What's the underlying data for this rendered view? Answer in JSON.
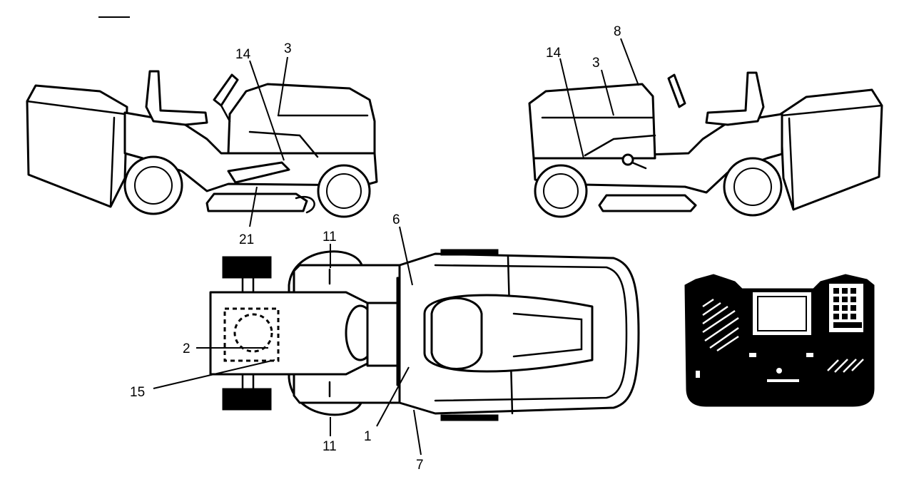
{
  "callouts": {
    "left_view": {
      "c14": "14",
      "c3": "3",
      "c21": "21"
    },
    "right_view": {
      "c14": "14",
      "c3": "3",
      "c8": "8"
    },
    "top_view": {
      "c11_top": "11",
      "c6": "6",
      "c2": "2",
      "c15": "15",
      "c1": "1",
      "c11_bottom": "11",
      "c7": "7"
    }
  },
  "colors": {
    "line": "#000000",
    "background": "#ffffff"
  }
}
